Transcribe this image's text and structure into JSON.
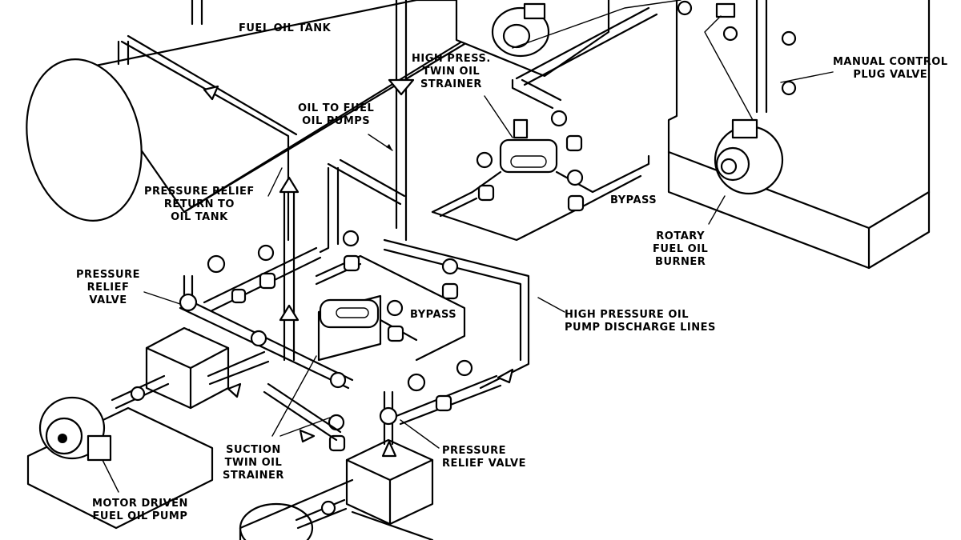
{
  "labels": {
    "fuel_oil_tank": [
      "FUEL OIL TANK"
    ],
    "oil_to_fuel_oil_pumps": [
      "OIL TO FUEL",
      "OIL PUMPS"
    ],
    "high_press_twin_oil_strainer": [
      "HIGH PRESS.",
      "TWIN OIL",
      "STRAINER"
    ],
    "manual_control_plug_valve": [
      "MANUAL CONTROL",
      "PLUG VALVE"
    ],
    "pressure_relief_return_to_oil_tank": [
      "PRESSURE RELIEF",
      "RETURN TO",
      "OIL TANK"
    ],
    "bypass_upper": [
      "BYPASS"
    ],
    "rotary_fuel_oil_burner": [
      "ROTARY",
      "FUEL OIL",
      "BURNER"
    ],
    "pressure_relief_valve_left": [
      "PRESSURE",
      "RELIEF",
      "VALVE"
    ],
    "bypass_lower": [
      "BYPASS"
    ],
    "high_pressure_oil_pump_discharge_lines": [
      "HIGH PRESSURE OIL",
      "PUMP DISCHARGE LINES"
    ],
    "suction_twin_oil_strainer": [
      "SUCTION",
      "TWIN OIL",
      "STRAINER"
    ],
    "pressure_relief_valve_right": [
      "PRESSURE",
      "RELIEF VALVE"
    ],
    "motor_driven_fuel_oil_pump": [
      "MOTOR DRIVEN",
      "FUEL OIL PUMP"
    ]
  }
}
